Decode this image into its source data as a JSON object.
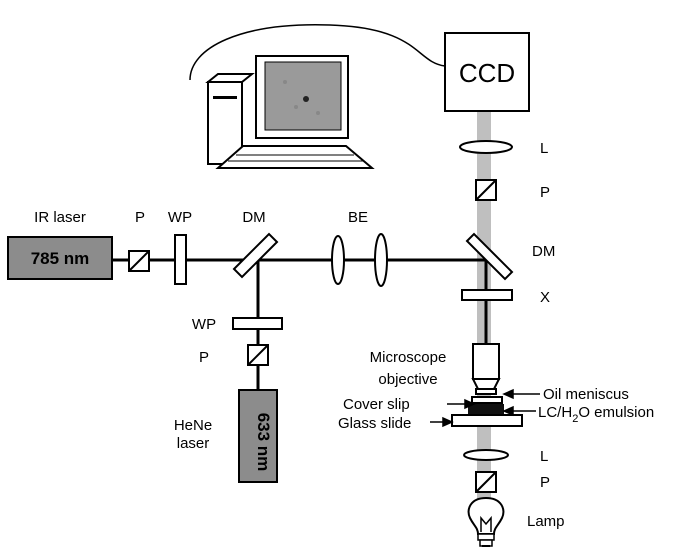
{
  "labels": {
    "ccd": "CCD",
    "ir_laser": "IR laser",
    "ir_wavelength": "785 nm",
    "hene_laser_line1": "HeNe",
    "hene_laser_line2": "laser",
    "hene_wavelength": "633 nm",
    "polarizer": "P",
    "waveplate": "WP",
    "dichroic_mirror": "DM",
    "beam_expander": "BE",
    "lens": "L",
    "x": "X",
    "objective_line1": "Microscope",
    "objective_line2": "objective",
    "oil_meniscus": "Oil meniscus",
    "cover_slip": "Cover slip",
    "emulsion_main": "LC/H",
    "emulsion_sub": "2",
    "emulsion_tail": "O emulsion",
    "glass_slide": "Glass slide",
    "lamp": "Lamp"
  },
  "colors": {
    "laser_box": "#8c8c8c",
    "lamp_beam": "#bfbfbf",
    "monitor_screen": "#9a9a9a",
    "beam": "#000000"
  }
}
